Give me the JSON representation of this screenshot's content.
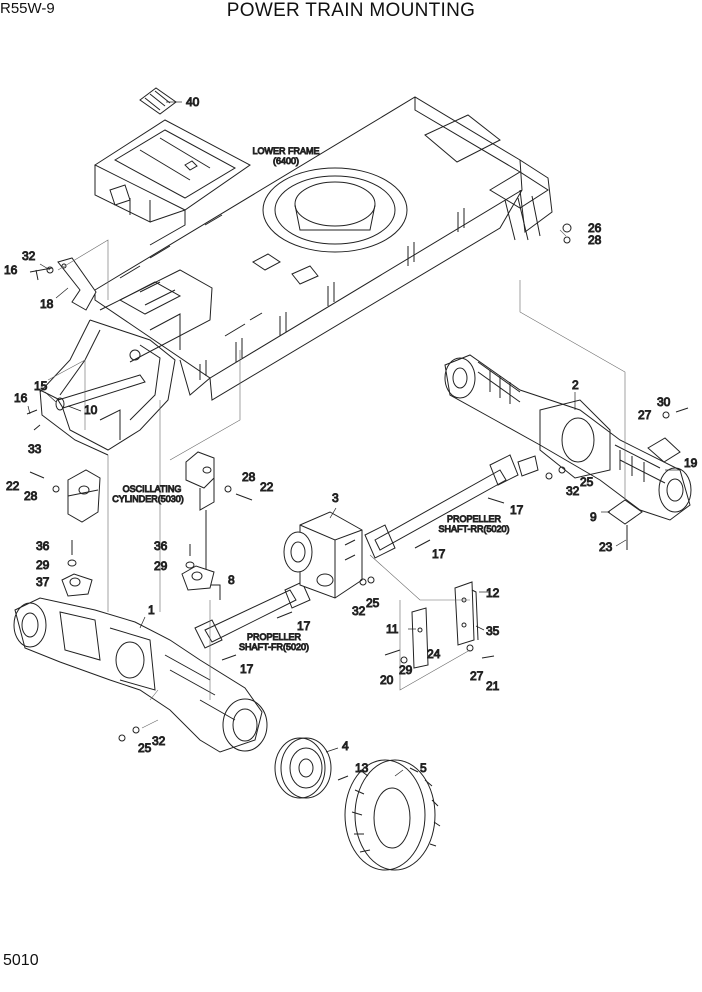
{
  "header": {
    "model": "R55W-9",
    "title": "POWER TRAIN MOUNTING"
  },
  "footer": {
    "page_number": "5010"
  },
  "callouts": [
    {
      "id": "c40",
      "text": "40"
    },
    {
      "id": "c32a",
      "text": "32"
    },
    {
      "id": "c16a",
      "text": "16"
    },
    {
      "id": "c18",
      "text": "18"
    },
    {
      "id": "c15",
      "text": "15"
    },
    {
      "id": "c16b",
      "text": "16"
    },
    {
      "id": "c10",
      "text": "10"
    },
    {
      "id": "c33",
      "text": "33"
    },
    {
      "id": "c22a",
      "text": "22"
    },
    {
      "id": "c28a",
      "text": "28"
    },
    {
      "id": "c36a",
      "text": "36"
    },
    {
      "id": "c29a",
      "text": "29"
    },
    {
      "id": "c37",
      "text": "37"
    },
    {
      "id": "c1",
      "text": "1"
    },
    {
      "id": "c25a",
      "text": "25"
    },
    {
      "id": "c32b",
      "text": "32"
    },
    {
      "id": "c28b",
      "text": "28"
    },
    {
      "id": "c22b",
      "text": "22"
    },
    {
      "id": "c36b",
      "text": "36"
    },
    {
      "id": "c29b",
      "text": "29"
    },
    {
      "id": "c8",
      "text": "8"
    },
    {
      "id": "c17a",
      "text": "17"
    },
    {
      "id": "c17b",
      "text": "17"
    },
    {
      "id": "c3",
      "text": "3"
    },
    {
      "id": "c17c",
      "text": "17"
    },
    {
      "id": "c17d",
      "text": "17"
    },
    {
      "id": "c32c",
      "text": "32"
    },
    {
      "id": "c25b",
      "text": "25"
    },
    {
      "id": "c12",
      "text": "12"
    },
    {
      "id": "c11",
      "text": "11"
    },
    {
      "id": "c35",
      "text": "35"
    },
    {
      "id": "c24",
      "text": "24"
    },
    {
      "id": "c20",
      "text": "20"
    },
    {
      "id": "c29c",
      "text": "29"
    },
    {
      "id": "c27a",
      "text": "27"
    },
    {
      "id": "c21",
      "text": "21"
    },
    {
      "id": "c26",
      "text": "26"
    },
    {
      "id": "c28c",
      "text": "28"
    },
    {
      "id": "c2",
      "text": "2"
    },
    {
      "id": "c30",
      "text": "30"
    },
    {
      "id": "c27b",
      "text": "27"
    },
    {
      "id": "c19",
      "text": "19"
    },
    {
      "id": "c32d",
      "text": "32"
    },
    {
      "id": "c25c",
      "text": "25"
    },
    {
      "id": "c9",
      "text": "9"
    },
    {
      "id": "c23",
      "text": "23"
    },
    {
      "id": "c4",
      "text": "4"
    },
    {
      "id": "c13",
      "text": "13"
    },
    {
      "id": "c5",
      "text": "5"
    }
  ],
  "notes": {
    "lower_frame": [
      "LOWER FRAME",
      "(6400)"
    ],
    "oscillating_cylinder": [
      "OSCILLATING",
      "CYLINDER(5030)"
    ],
    "propeller_shaft_rr": [
      "PROPELLER",
      "SHAFT-RR(5020)"
    ],
    "propeller_shaft_fr": [
      "PROPELLER",
      "SHAFT-FR(5020)"
    ]
  }
}
